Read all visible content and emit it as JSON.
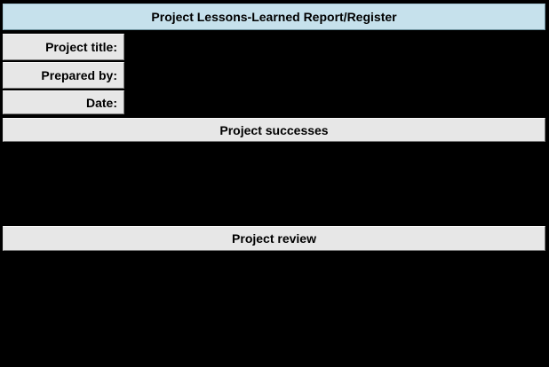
{
  "header": {
    "title": "Project Lessons-Learned Report/Register"
  },
  "fields": [
    {
      "label": "Project title:",
      "value": ""
    },
    {
      "label": "Prepared by:",
      "value": ""
    },
    {
      "label": "Date:",
      "value": ""
    }
  ],
  "sections": [
    {
      "title": "Project successes"
    },
    {
      "title": "Project review"
    }
  ],
  "colors": {
    "canvas_bg": "#000000",
    "header_bg": "#c6e1ec",
    "section_bg": "#e7e7e7",
    "text": "#000000"
  }
}
